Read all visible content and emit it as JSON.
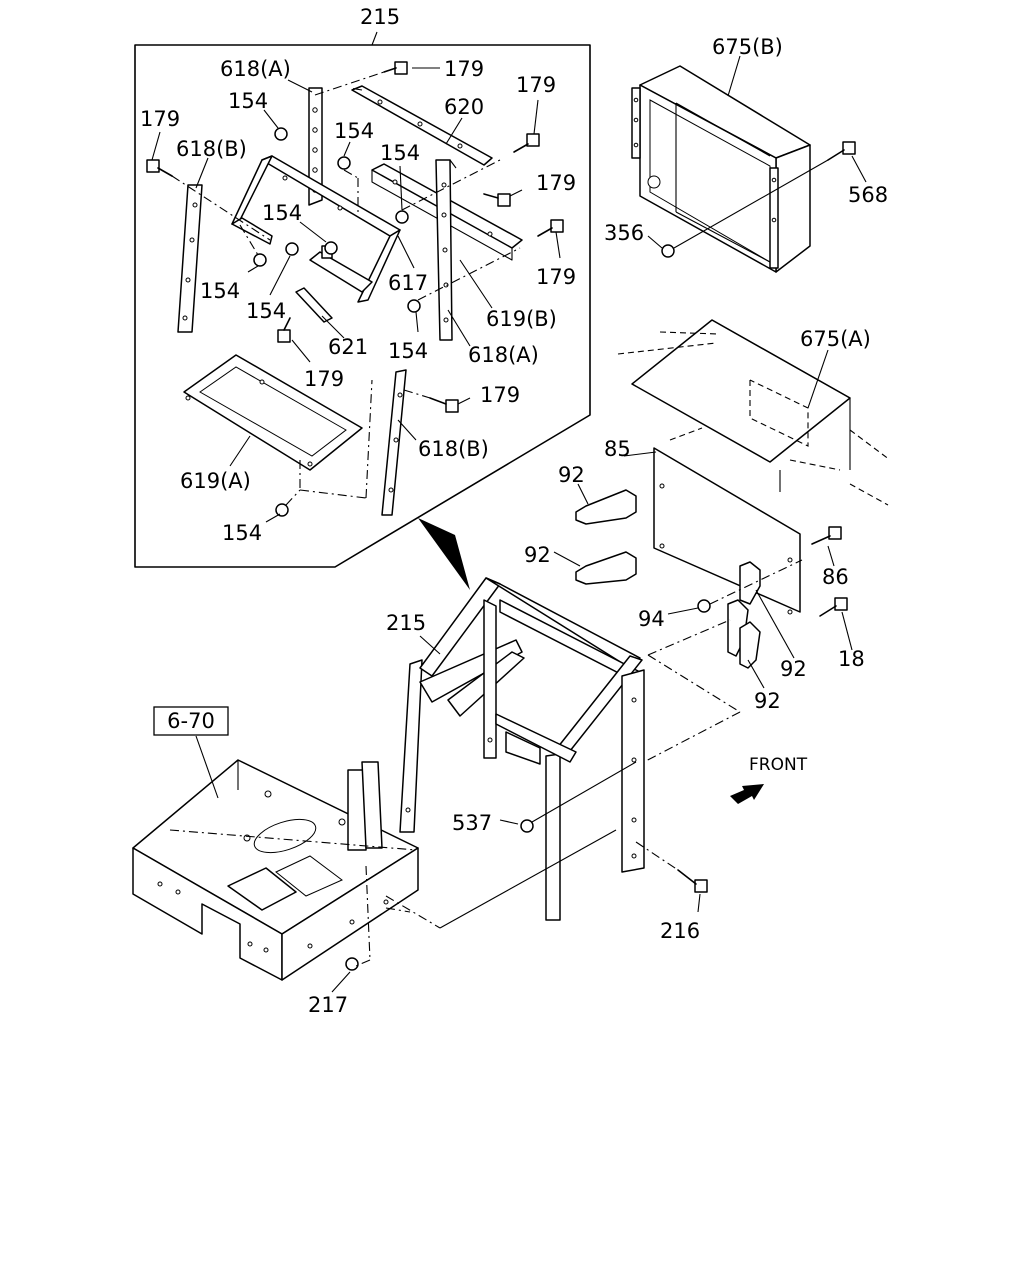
{
  "labels": {
    "l215_top": "215",
    "l618A_1": "618(A)",
    "l179_1": "179",
    "l154_1": "154",
    "l620": "620",
    "l179_2": "179",
    "l179_3": "179",
    "l618B_1": "618(B)",
    "l154_2": "154",
    "l154_3": "154",
    "l179_4": "179",
    "l154_4": "154",
    "l617": "617",
    "l179_5": "179",
    "l154_5": "154",
    "l154_6": "154",
    "l619B": "619(B)",
    "l621": "621",
    "l154_7": "154",
    "l618A_2": "618(A)",
    "l179_6": "179",
    "l179_7": "179",
    "l618B_2": "618(B)",
    "l619A": "619(A)",
    "l154_8": "154",
    "l675B": "675(B)",
    "l568": "568",
    "l356": "356",
    "l675A": "675(A)",
    "l85": "85",
    "l92_1": "92",
    "l92_2": "92",
    "l86": "86",
    "l94": "94",
    "l18": "18",
    "l92_3": "92",
    "l92_4": "92",
    "l215_mid": "215",
    "l537": "537",
    "l216": "216",
    "l217": "217"
  },
  "reference_box": "6-70",
  "direction_label": "FRONT"
}
